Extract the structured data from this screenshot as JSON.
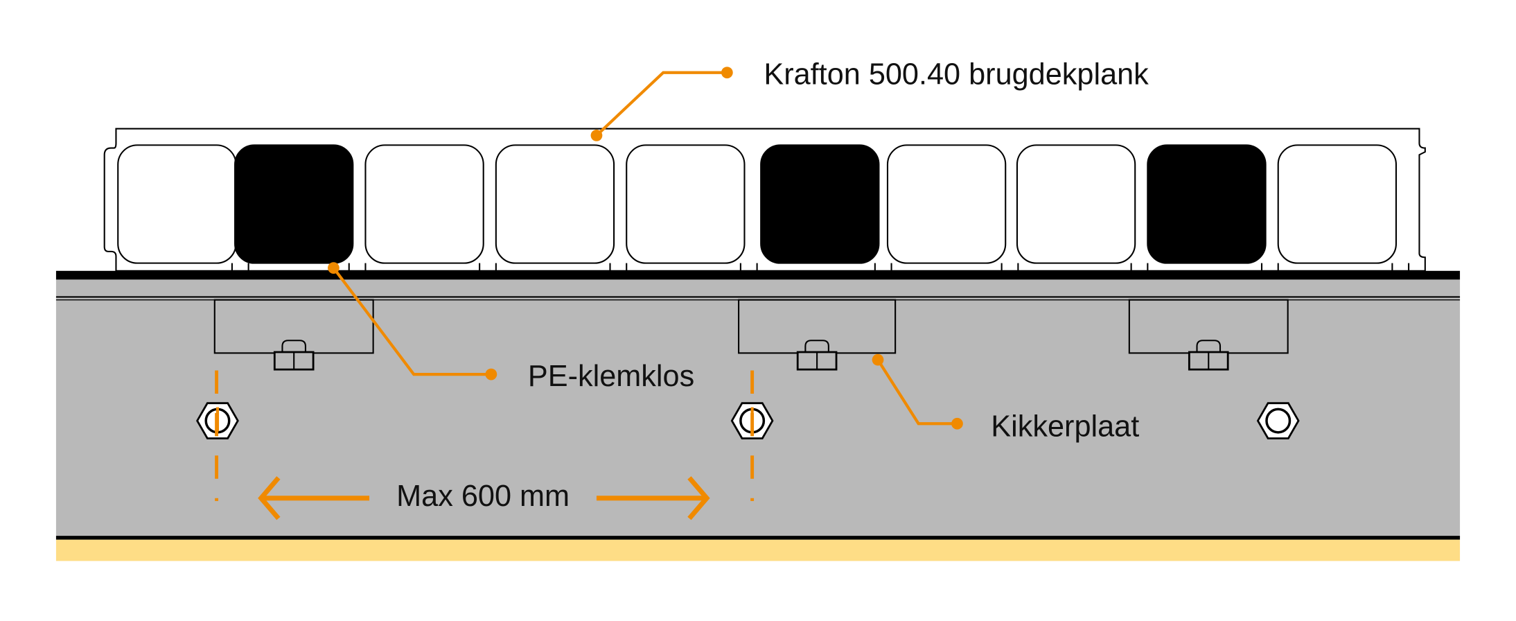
{
  "labels": {
    "plank": "Krafton 500.40 brugdekplank",
    "clamp": "PE-klemklos",
    "plate": "Kikkerplaat",
    "spacing": "Max 600 mm"
  },
  "colors": {
    "accent": "#f08a00",
    "beam": "#b9b9b9",
    "base": "#fedd86",
    "ink": "#000000"
  },
  "plank_chambers": [
    "open",
    "filled",
    "open",
    "open",
    "open",
    "filled",
    "open",
    "open",
    "filled",
    "open"
  ]
}
